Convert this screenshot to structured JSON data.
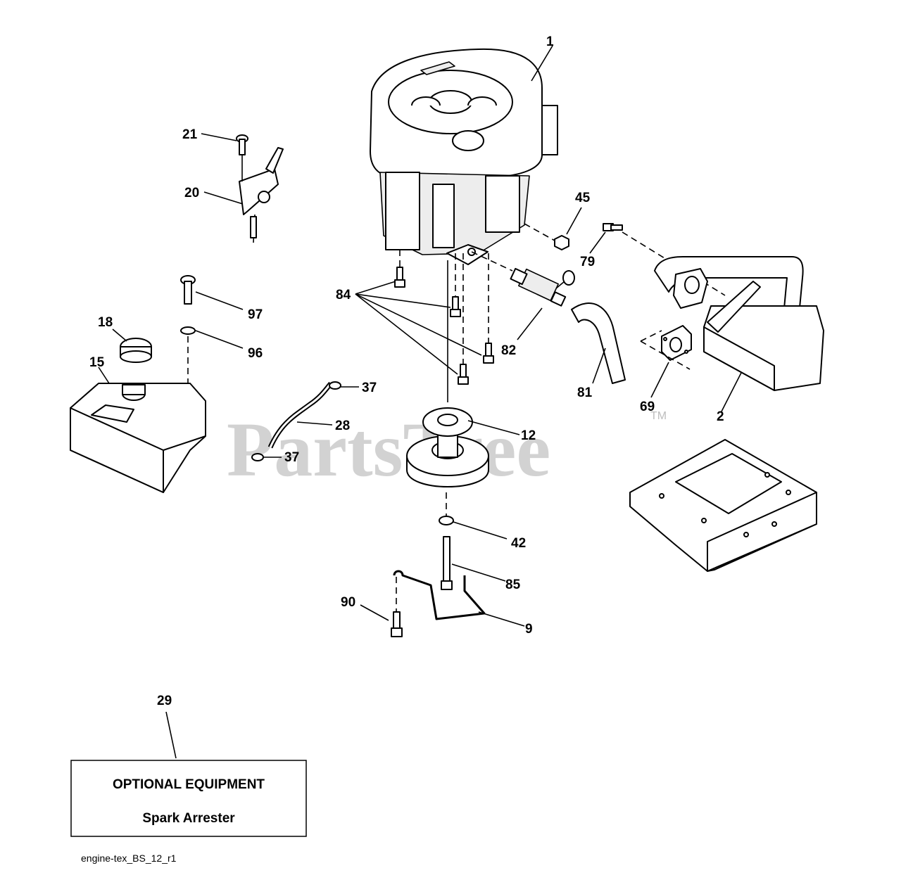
{
  "watermark": {
    "brand": "PartsTree",
    "tm": "TM"
  },
  "callouts": {
    "c1": "1",
    "c2": "2",
    "c9": "9",
    "c12": "12",
    "c15": "15",
    "c18": "18",
    "c20": "20",
    "c21": "21",
    "c28": "28",
    "c29": "29",
    "c37a": "37",
    "c37b": "37",
    "c42": "42",
    "c45": "45",
    "c69": "69",
    "c79": "79",
    "c81": "81",
    "c82": "82",
    "c84": "84",
    "c85": "85",
    "c90": "90",
    "c96": "96",
    "c97": "97"
  },
  "optional_box": {
    "title": "OPTIONAL EQUIPMENT",
    "item": "Spark Arrester"
  },
  "footer": {
    "code": "engine-tex_BS_12_r1"
  }
}
